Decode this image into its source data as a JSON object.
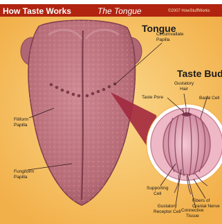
{
  "header": {
    "title": "How Taste Works",
    "subtitle": "The Tongue",
    "copyright": "©2007 HowStuffWorks"
  },
  "labels": {
    "tongue_title": "Tongue",
    "taste_bud_title": "Taste Bud",
    "circumvallate": "Circumvallate\nPapilla",
    "filiform": "Filiform\nPapilla",
    "fungiform": "Fungiform\nPapilla",
    "taste_pore": "Taste Pore",
    "gustatory_hair": "Gustatory\nHair",
    "basal_cell": "Basal Cell",
    "supporting_cell": "Supporting\nCell",
    "gustatory_receptor_cell": "Gustatory\nReceptor Cell",
    "connective_tissue": "Connective\nTissue",
    "fibers_cranial_nerve": "Fibers of\nCranial Nerve"
  },
  "colors": {
    "background": "#f6c05f",
    "header": "#b02410",
    "tongue": "#b86d78",
    "tongue_dark": "#8f4655",
    "tongue_light": "#d89aa3",
    "bud": "#e4a6ba",
    "magnifier_ring": "#ffffff",
    "leader": "#2a1a1a"
  }
}
